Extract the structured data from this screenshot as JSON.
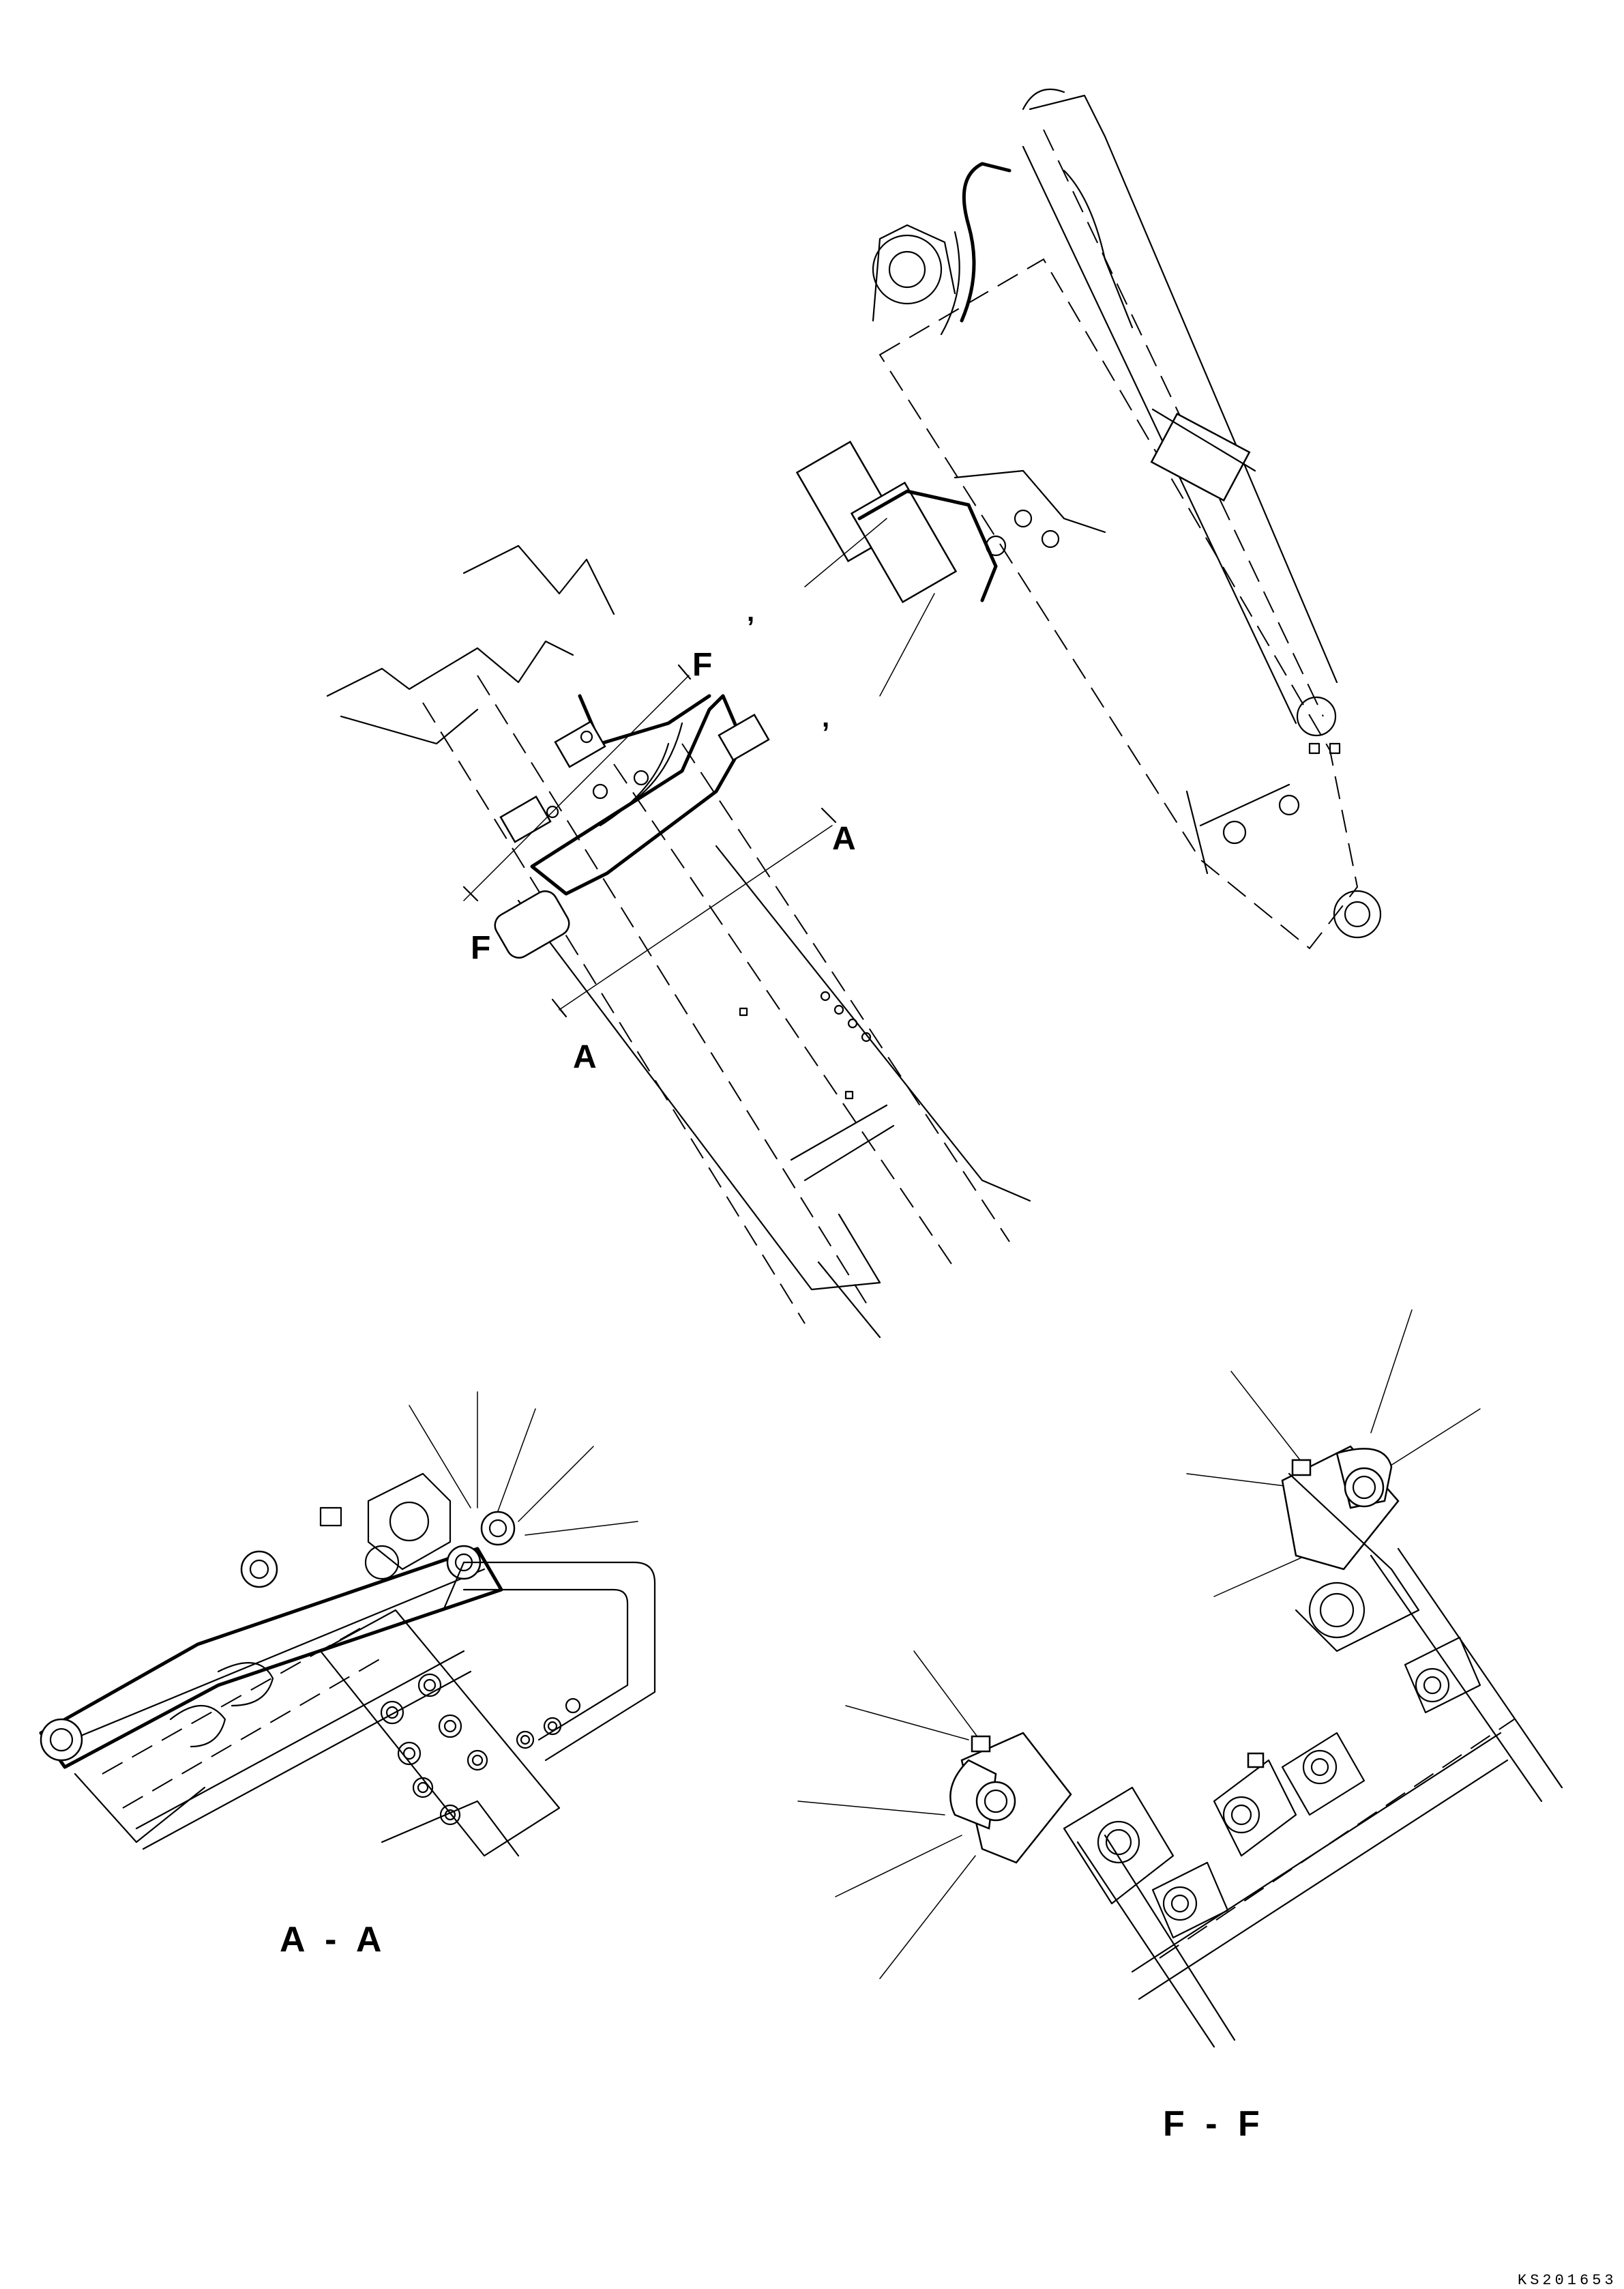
{
  "section_markers": {
    "a_top": "A",
    "a_bottom": "A",
    "f_top": "F",
    "f_bottom": "F"
  },
  "section_titles": {
    "aa": "A - A",
    "ff": "F - F"
  },
  "marks": {
    "comma_1": ",",
    "comma_2": ","
  },
  "drawing_code": "KS201653"
}
